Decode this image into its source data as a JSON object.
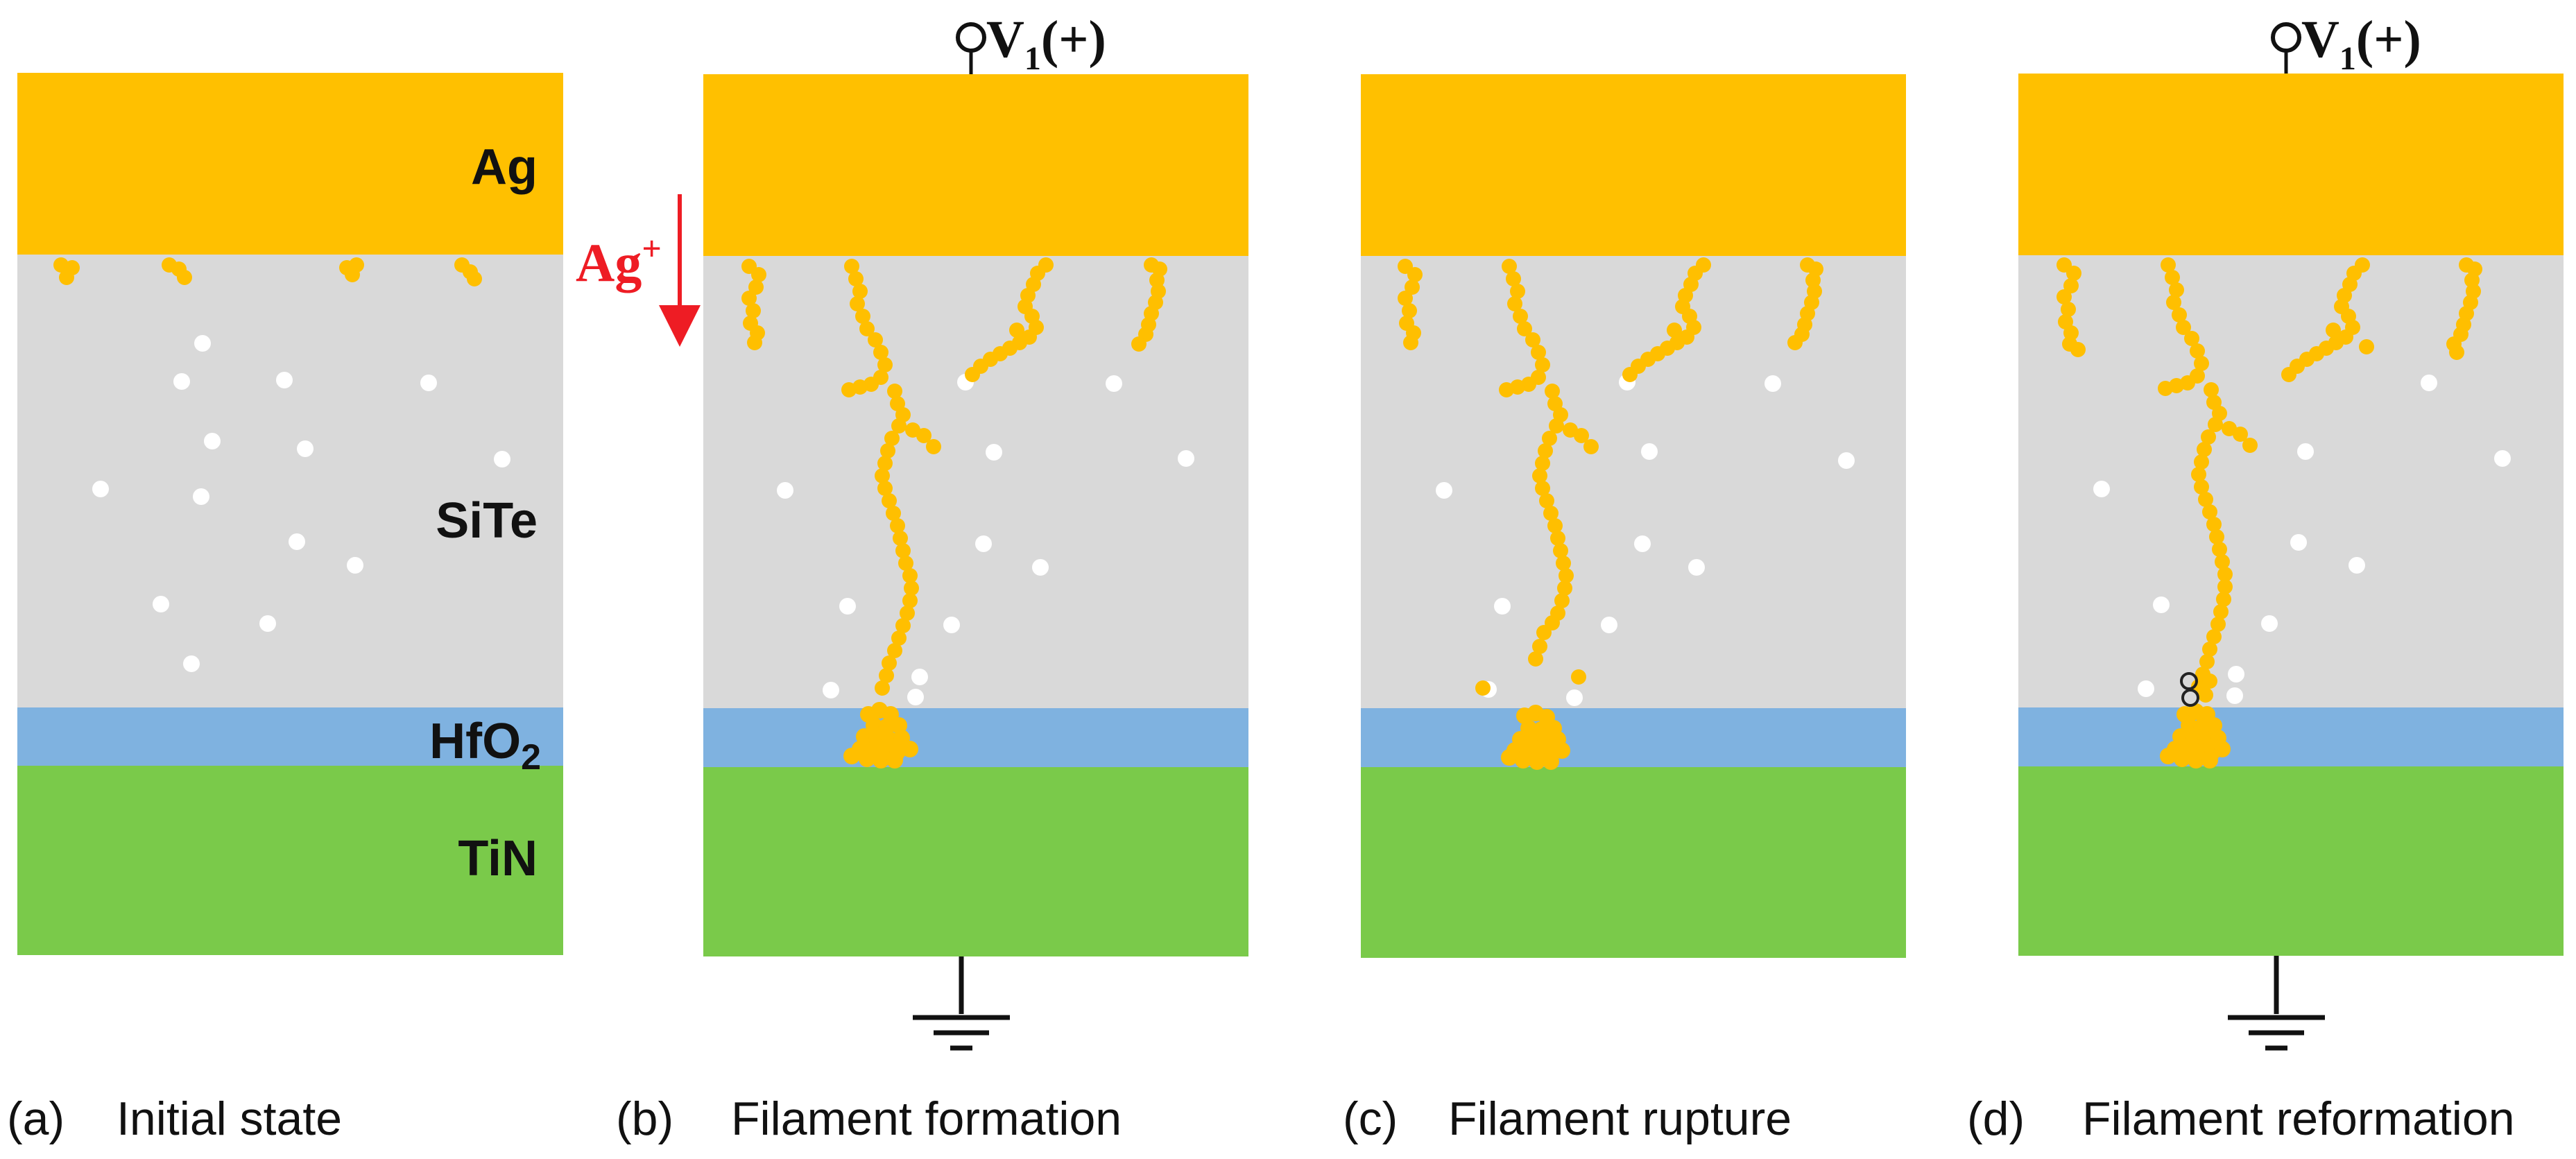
{
  "colors": {
    "ag": "#ffc000",
    "site": "#d9d9d9",
    "hfo2": "#7fb2e0",
    "tin": "#7aca4a",
    "filament": "#ffbf00",
    "vacancy": "#ffffff",
    "ion_arrow": "#ee1c24"
  },
  "layer_labels": {
    "ag": "Ag",
    "site": "SiTe",
    "hfo2_main": "HfO",
    "hfo2_sub": "2",
    "tin": "TiN"
  },
  "ion_label": {
    "main": "Ag",
    "sup": "+"
  },
  "voltage_label": {
    "prefix": "V",
    "sub": "1",
    "suffix": "(+)"
  },
  "panels": [
    {
      "tag": "(a)",
      "title": "Initial state"
    },
    {
      "tag": "(b)",
      "title": "Filament formation"
    },
    {
      "tag": "(c)",
      "title": "Filament rupture"
    },
    {
      "tag": "(d)",
      "title": "Filament reformation"
    }
  ],
  "icons": {
    "ground": "ground-symbol-icon",
    "terminal": "voltage-terminal-icon",
    "ion_arrow": "down-arrow-icon"
  }
}
